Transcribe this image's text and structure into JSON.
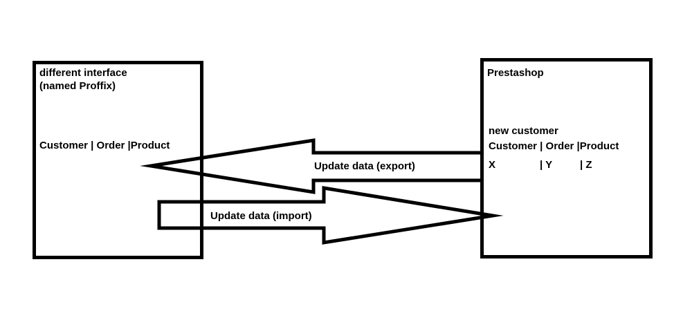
{
  "palette": {
    "ink": "#000000",
    "background": "#ffffff"
  },
  "left_box": {
    "title_line1": "different interface",
    "title_line2": "(named Proffix)",
    "columns": "Customer | Order |Product"
  },
  "right_box": {
    "title": "Prestashop",
    "subtitle": "new customer",
    "columns": "Customer | Order |Product",
    "values": {
      "x": "X",
      "y": "| Y",
      "z": "| Z"
    }
  },
  "arrows": {
    "export": {
      "label": "Update data (export)",
      "direction": "right-to-left"
    },
    "import": {
      "label": "Update data (import)",
      "direction": "left-to-right"
    }
  }
}
